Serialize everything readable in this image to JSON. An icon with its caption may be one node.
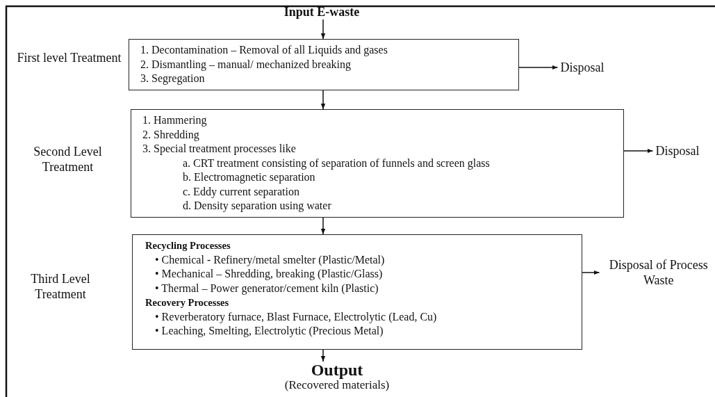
{
  "diagram": {
    "nodes": [
      {
        "text": [
          "Input E-waste"
        ]
      },
      {
        "text": [
          "1. Decontamination – Removal of all Liquids and gases",
          "2. Dismantling – manual/ mechanized breaking",
          "3. Segregation"
        ],
        "beside": [
          "First level Treatment"
        ]
      },
      {
        "text": [
          "Disposal"
        ]
      },
      {
        "text": [
          "1.  Hammering",
          "2. Shredding",
          "3.  Special treatment processes like",
          "a. CRT treatment consisting of separation of funnels and screen glass",
          "b. Electromagnetic separation",
          "c. Eddy current separation",
          "d. Density separation using water"
        ],
        "beside": [
          "Second Level Treatment"
        ]
      },
      {
        "text": [
          "Disposal"
        ]
      },
      {
        "text": [
          "**Recycling Processes**",
          "• Chemical - Refinery/metal smelter (Plastic/Metal)",
          "• Mechanical – Shredding, breaking  (Plastic/Glass)",
          "• Thermal – Power generator/cement kiln  (Plastic)",
          "**Recovery Processes**",
          "• Reverberatory furnace, Blast Furnace, Electrolytic (Lead, Cu)",
          "• Leaching, Smelting, Electrolytic (Precious Metal)"
        ],
        "beside": [
          "Third Level Treatment"
        ]
      },
      {
        "text": [
          "Disposal of Process Waste"
        ]
      },
      {
        "text": [
          "Output",
          "(Recovered materials)"
        ]
      }
    ],
    "edges": [
      {
        "from": 0,
        "to": 1,
        "arrow": "to"
      },
      {
        "from": 1,
        "to": 2,
        "arrow": "to"
      },
      {
        "from": 1,
        "to": 3,
        "arrow": "to"
      },
      {
        "from": 3,
        "to": 4,
        "arrow": "to"
      },
      {
        "from": 3,
        "to": 5,
        "arrow": "to"
      },
      {
        "from": 5,
        "to": 6,
        "arrow": "to"
      },
      {
        "from": 5,
        "to": 7,
        "arrow": "to"
      }
    ]
  }
}
